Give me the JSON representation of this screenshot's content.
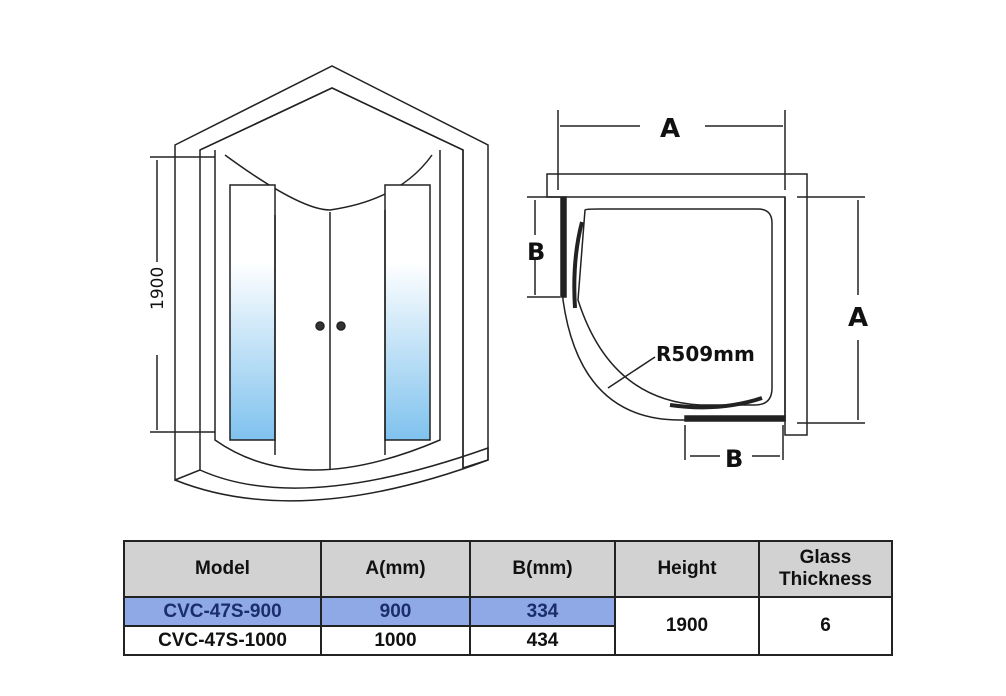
{
  "diagram": {
    "height_label": "1900",
    "dim_a": "A",
    "dim_b": "B",
    "radius": "R509mm"
  },
  "table": {
    "headers": [
      "Model",
      "A(mm)",
      "B(mm)",
      "Height",
      "Glass Thickness"
    ],
    "rows": [
      {
        "model": "CVC-47S-900",
        "a": "900",
        "b": "334"
      },
      {
        "model": "CVC-47S-1000",
        "a": "1000",
        "b": "434"
      }
    ],
    "height": "1900",
    "glass": "6"
  },
  "colors": {
    "highlight": "#8fa8e6",
    "header": "#d2d2d2"
  }
}
